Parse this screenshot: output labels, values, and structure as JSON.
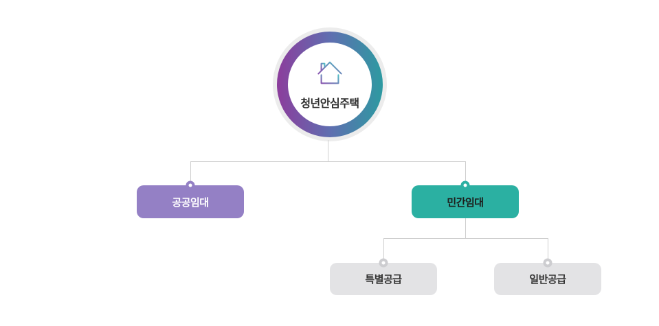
{
  "colors": {
    "ring-start": "#8c3d9c",
    "ring-mid": "#5f6eb0",
    "ring-end": "#2d9aa1",
    "house-grad-start": "#8a56b0",
    "house-grad-end": "#52bec6",
    "halo": "#ececec",
    "purple-node": "#9480c5",
    "teal-node": "#2bb0a2",
    "gray-node": "#e3e3e5",
    "gray-dot": "#cdcdd0",
    "line": "#cfcfcf"
  },
  "tree": {
    "root": {
      "label": "청년안심주택",
      "icon": "house-icon"
    },
    "children": [
      {
        "label": "공공임대"
      },
      {
        "label": "민간임대",
        "children": [
          {
            "label": "특별공급"
          },
          {
            "label": "일반공급"
          }
        ]
      }
    ]
  }
}
